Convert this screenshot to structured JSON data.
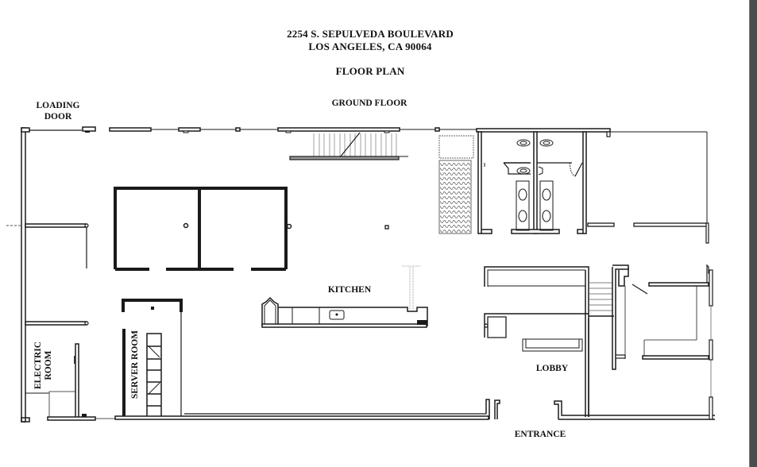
{
  "header": {
    "address_line1": "2254 S. SEPULVEDA BOULEVARD",
    "address_line2": "LOS ANGELES, CA 90064",
    "document_title": "FLOOR PLAN",
    "floor_name": "GROUND FLOOR"
  },
  "rooms": {
    "loading_door": "LOADING\nDOOR",
    "loading_door_line1": "LOADING",
    "loading_door_line2": "DOOR",
    "kitchen": "KITCHEN",
    "lobby": "LOBBY",
    "entrance": "ENTRANCE",
    "server_room": "SERVER ROOM",
    "electric_room_line1": "ELECTRIC",
    "electric_room_line2": "ROOM"
  },
  "colors": {
    "wall": "#1a1a1a",
    "background": "#ffffff",
    "side_strip": "#4a4d4d"
  }
}
